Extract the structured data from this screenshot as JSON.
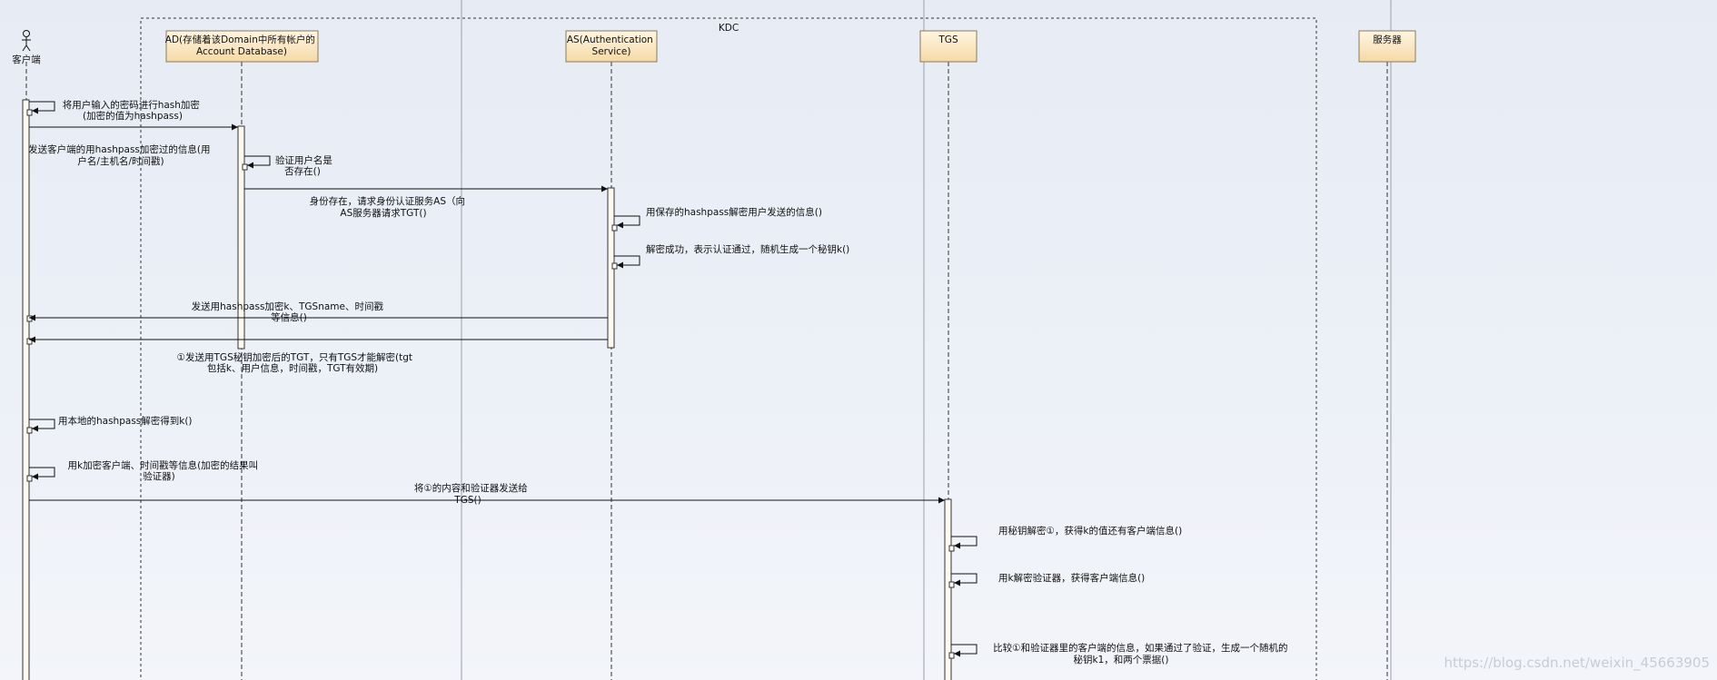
{
  "kdc_label": "KDC",
  "actors": [
    {
      "id": "client",
      "lines": [
        "客户端"
      ]
    },
    {
      "id": "ad",
      "lines": [
        "AD(存储着该Domain中所有帐户的",
        "Account Database)"
      ]
    },
    {
      "id": "as",
      "lines": [
        "AS(Authentication",
        "Service)"
      ]
    },
    {
      "id": "tgs",
      "lines": [
        "TGS"
      ]
    },
    {
      "id": "server",
      "lines": [
        "服务器"
      ]
    }
  ],
  "messages": [
    {
      "id": "m1",
      "lines": [
        "将用户输入的密码进行hash加密",
        "(加密的值为hashpass)"
      ]
    },
    {
      "id": "m2",
      "lines": [
        "发送客户端的用hashpass加密过的信息(用",
        "户名/主机名/时间戳)"
      ]
    },
    {
      "id": "m3",
      "lines": [
        "验证用户名是",
        "否存在()"
      ]
    },
    {
      "id": "m4",
      "lines": [
        "身份存在，请求身份认证服务AS（向",
        "AS服务器请求TGT()"
      ]
    },
    {
      "id": "m5",
      "lines": [
        "用保存的hashpass解密用户发送的信息()"
      ]
    },
    {
      "id": "m6",
      "lines": [
        "解密成功，表示认证通过，随机生成一个秘钥k()"
      ]
    },
    {
      "id": "m7",
      "lines": [
        "发送用hashpass加密k、TGSname、时间戳",
        "等信息()"
      ]
    },
    {
      "id": "m8",
      "lines": [
        "①发送用TGS秘钥加密后的TGT，只有TGS才能解密(tgt",
        "包括k、用户信息，时间戳，TGT有效期)"
      ]
    },
    {
      "id": "m9",
      "lines": [
        "用本地的hashpass解密得到k()"
      ]
    },
    {
      "id": "m10",
      "lines": [
        "用k加密客户端、时间戳等信息(加密的结果叫",
        "验证器)"
      ]
    },
    {
      "id": "m11",
      "lines": [
        "将①的内容和验证器发送给",
        "TGS()"
      ]
    },
    {
      "id": "m12",
      "lines": [
        "用秘钥解密①，获得k的值还有客户端信息()"
      ]
    },
    {
      "id": "m13",
      "lines": [
        "用k解密验证器，获得客户端信息()"
      ]
    },
    {
      "id": "m14",
      "lines": [
        "比较①和验证器里的客户端的信息，如果通过了验证，生成一个随机的",
        "秘钥k1，和两个票据()"
      ]
    }
  ],
  "watermark": "https://blog.csdn.net/weixin_45663905"
}
